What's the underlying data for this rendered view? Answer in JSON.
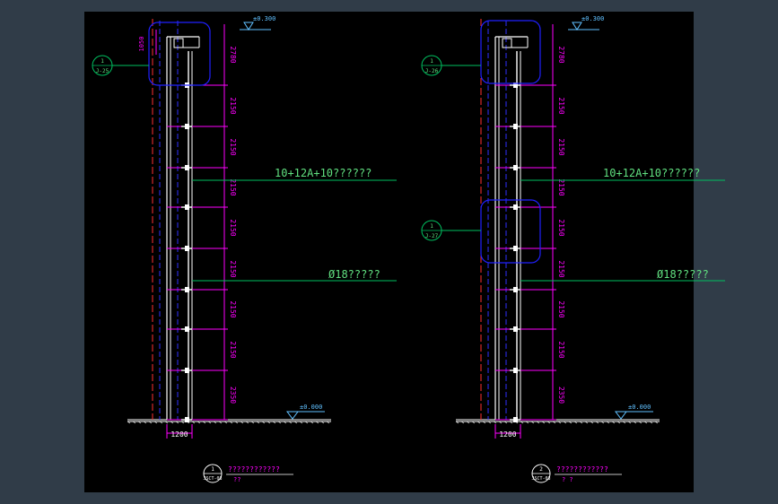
{
  "drawing": {
    "colors": {
      "background": "#000000",
      "frame": "#303c48",
      "structure": "#ffffff",
      "dimension": "#ff00ff",
      "axis_red": "#ff3030",
      "axis_blue": "#3030ff",
      "callout_cloud": "#2020ff",
      "leader": "#00c060",
      "annotation_text": "#60e080",
      "ground_text": "#60c0ff"
    },
    "left": {
      "top_elevation": "±0.300",
      "ground_elevation": "±0.000",
      "top_small_dim": "1050",
      "vertical_dims": [
        "2780",
        "2150",
        "2150",
        "2150",
        "2150",
        "2150",
        "2150",
        "2150",
        "2350"
      ],
      "bottom_width": "1200",
      "glass_note": "10+12A+10??????",
      "bar_note": "Ø18?????",
      "detail_callouts": [
        {
          "num": "1",
          "sheet": "J-25"
        }
      ],
      "title_bubble": {
        "num": "1",
        "sheet": "JSCT-03"
      },
      "title_text": "????????????",
      "scale_text": "??"
    },
    "right": {
      "top_elevation": "±0.300",
      "ground_elevation": "±0.000",
      "vertical_dims": [
        "2780",
        "2150",
        "2150",
        "2150",
        "2150",
        "2150",
        "2150",
        "2150",
        "2350"
      ],
      "bottom_width": "1200",
      "glass_note": "10+12A+10??????",
      "bar_note": "Ø18?????",
      "detail_callouts": [
        {
          "num": "1",
          "sheet": "J-26"
        },
        {
          "num": "1",
          "sheet": "J-27"
        }
      ],
      "title_bubble": {
        "num": "2",
        "sheet": "JSCT-03"
      },
      "title_text": "????????????",
      "scale_text": "?   ?"
    }
  }
}
